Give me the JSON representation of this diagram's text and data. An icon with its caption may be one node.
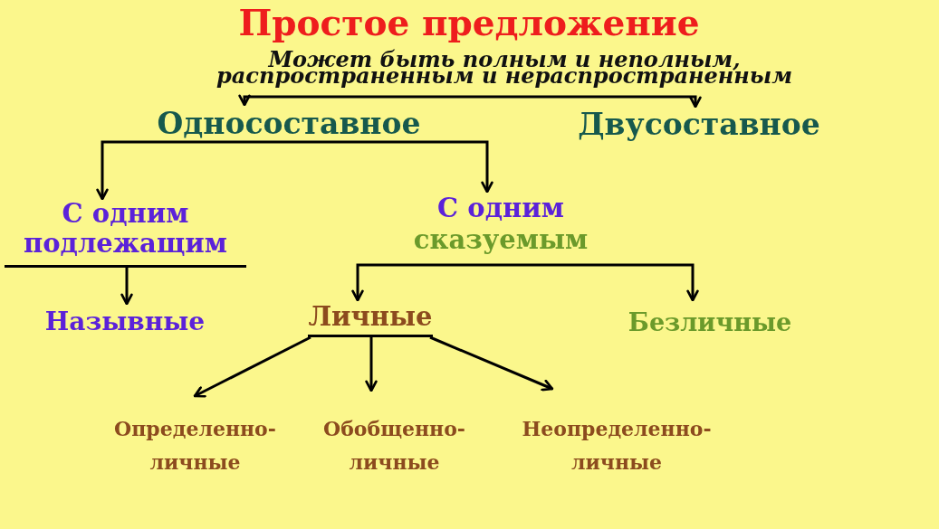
{
  "diagram": {
    "nodes": [
      {
        "text": [
          "Простое предложение",
          "Может быть полным и неполным, распространенным и нераспространенным"
        ]
      },
      {
        "text": [
          "Односоставное"
        ]
      },
      {
        "text": [
          "Двусоставное"
        ]
      },
      {
        "text": [
          "С одним подлежащим"
        ]
      },
      {
        "text": [
          "С одним",
          "сказуемым"
        ]
      },
      {
        "text": [
          "Назывные"
        ]
      },
      {
        "text": [
          "Личные"
        ]
      },
      {
        "text": [
          "Безличные"
        ]
      },
      {
        "text": [
          "Определенно-личные"
        ]
      },
      {
        "text": [
          "Обобщенно-личные"
        ]
      },
      {
        "text": [
          "Неопределенно-личные"
        ]
      }
    ],
    "edges": [
      {
        "from": 0,
        "to": 1,
        "arrow": "to"
      },
      {
        "from": 0,
        "to": 2,
        "arrow": "to"
      },
      {
        "from": 1,
        "to": 3,
        "arrow": "to"
      },
      {
        "from": 1,
        "to": 4,
        "arrow": "to"
      },
      {
        "from": 3,
        "to": 5,
        "arrow": "to"
      },
      {
        "from": 4,
        "to": 6,
        "arrow": "to"
      },
      {
        "from": 4,
        "to": 7,
        "arrow": "to"
      },
      {
        "from": 6,
        "to": 8,
        "arrow": "to"
      },
      {
        "from": 6,
        "to": 9,
        "arrow": "to"
      },
      {
        "from": 6,
        "to": 10,
        "arrow": "to"
      }
    ]
  }
}
